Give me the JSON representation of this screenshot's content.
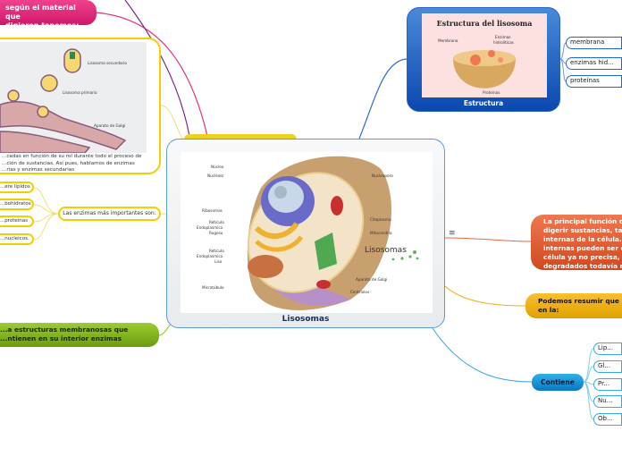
{
  "nodes": {
    "pink": "según el material que digieren tenemos:",
    "pink_l1": "según el material que",
    "pink_l2": "digieren tenemos:",
    "golgi_text": [
      "...cadas en función de su rol durante todo el proceso de",
      "...ción de sustancias. Así pues, hablamos de enzimas",
      "...rias y enzimas secundarias"
    ],
    "golgi_image_labels": [
      "Lisosoma secundario",
      "Lisosoma primario",
      "Aparato de Golgi"
    ],
    "enzimas_parent": "Las enzimas más importantes son:",
    "enzimas_children": [
      "...ere lípidos",
      "...bohidratos",
      "...proteínas",
      "...nucleicos."
    ],
    "green_l1": "...a estructuras membranosas que",
    "green_l2": "...ntienen en su interior enzimas",
    "central_label": "Lisosomas",
    "cell_labels": {
      "left": [
        "Núcleo",
        "Nucléolo",
        "Ribosomas",
        "Retículo",
        "Endoplasmico",
        "Rugoso",
        "Retículo",
        "Endoplasmico",
        "Liso",
        "Microtúbulo"
      ],
      "right": [
        "Nucleoporo",
        "Citoplasma",
        "Mitocondria",
        "Lisosomas",
        "Aparato de Golgi",
        "Centriolos"
      ]
    },
    "estructura": {
      "label": "Estructura",
      "image_title": "Estructura del lisosoma",
      "image_labels": [
        "Membrana",
        "Enzimas",
        "hidrolíticas",
        "Proteínas"
      ],
      "children": [
        "membrana",
        "enzimas hid...",
        "proteínas"
      ]
    },
    "red_lines": [
      "La principal función de...",
      "digerir sustancias, tam...",
      "internas de la célula. L...",
      "internas pueden ser co...",
      "célula ya no precisa, p...",
      "degradados todavía m..."
    ],
    "orange_lines": [
      "Podemos resumir que lo...",
      "en la:"
    ],
    "contiene": {
      "label": "Contiene",
      "children": [
        "Lip...",
        "Gl...",
        "Pr...",
        "Nu...",
        "Ob..."
      ]
    },
    "notes_icon": "≡"
  },
  "colors": {
    "pink": "#e0287a",
    "yellow": "#f0d000",
    "green": "#7aac18",
    "blue": "#1a5ac0",
    "red": "#e05a30",
    "orange": "#f0b010",
    "cyan": "#1a98d8"
  }
}
